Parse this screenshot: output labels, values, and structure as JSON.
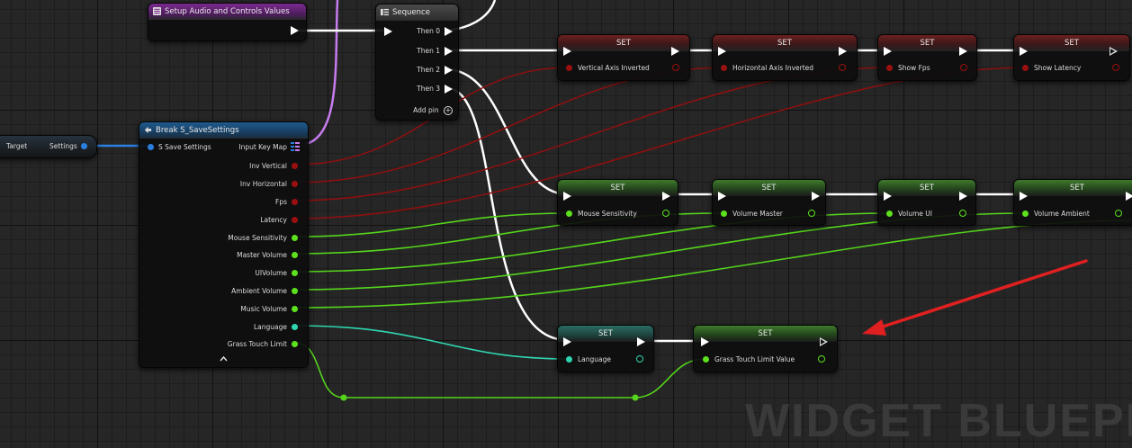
{
  "watermark": "WIDGET BLUEPRI",
  "setup_node": {
    "title": "Setup Audio and Controls Values"
  },
  "sequence_node": {
    "title": "Sequence",
    "outputs": [
      "Then 0",
      "Then 1",
      "Then 2",
      "Then 3"
    ],
    "add_pin": "Add pin"
  },
  "target_node": {
    "left_label": "Target",
    "right_label": "Settings"
  },
  "break_node": {
    "title": "Break S_SaveSettings",
    "input": "S Save Settings",
    "outputs": [
      "Input Key Map",
      "Inv Vertical",
      "Inv Horizontal",
      "Fps",
      "Latency",
      "Mouse Sensitivity",
      "Master Volume",
      "UIVolume",
      "Ambient Volume",
      "Music Volume",
      "Language",
      "Grass Touch Limit"
    ]
  },
  "set_label": "SET",
  "set_row1": [
    "Vertical Axis Inverted",
    "Horizontal Axis Inverted",
    "Show Fps",
    "Show Latency"
  ],
  "set_row2": [
    "Mouse Sensitivity",
    "Volume Master",
    "Volume UI",
    "Volume Ambient"
  ],
  "set_row3": [
    "Language",
    "Grass Touch Limit Value"
  ],
  "colors": {
    "exec_wire": "#ffffff",
    "bool_wire": "#8b1010",
    "float_wire": "#55d41c",
    "byte_wire": "#2ed6b0",
    "struct_wire": "#2b7fe0",
    "delegate_wire": "#c77cf0",
    "annotation_arrow": "#e02020"
  }
}
